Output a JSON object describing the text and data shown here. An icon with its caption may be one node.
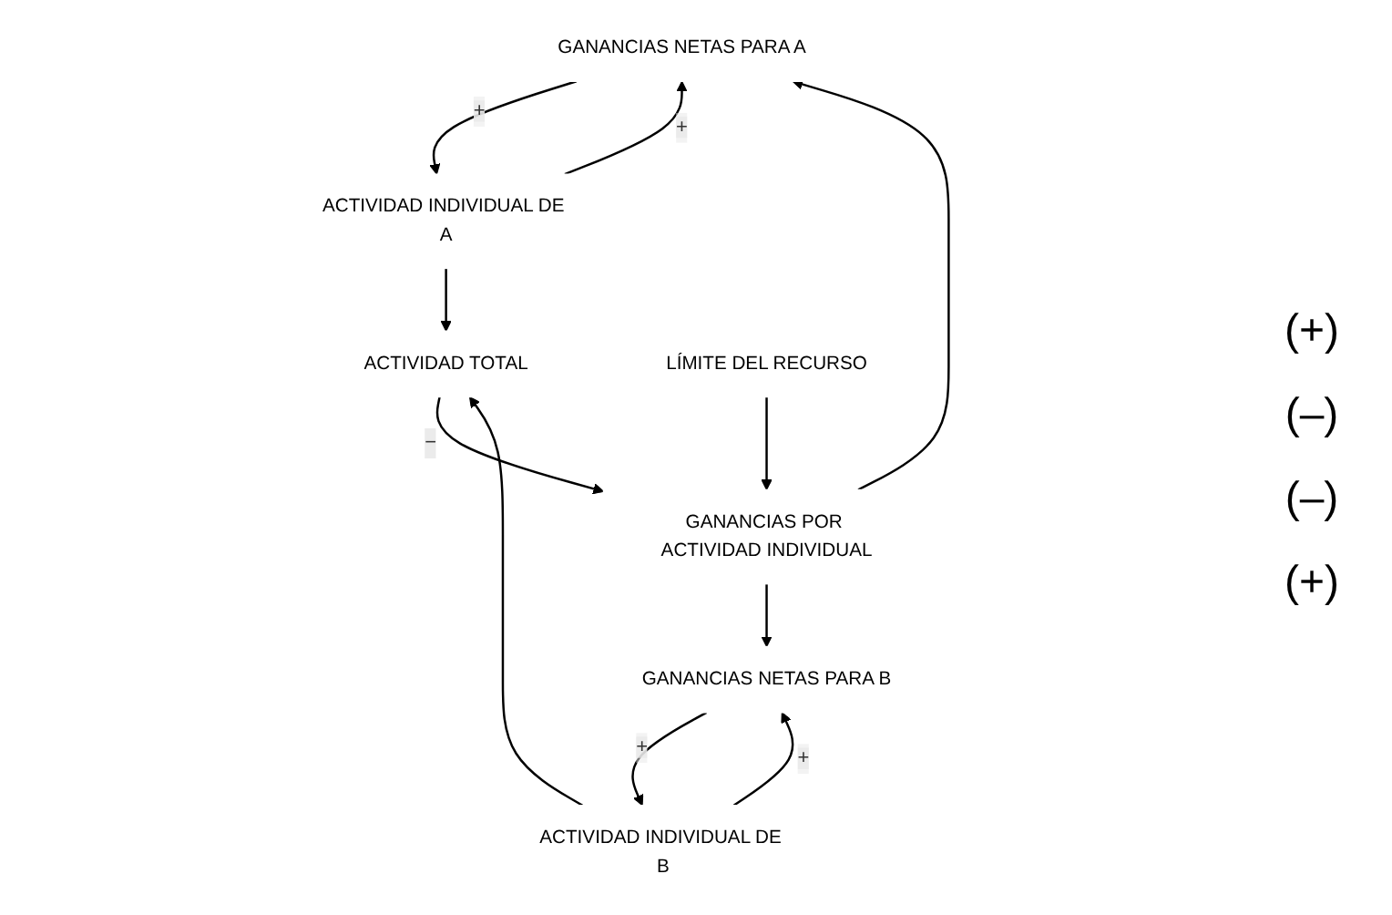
{
  "diagram": {
    "nodes": [
      {
        "text": [
          "GANANCIAS NETAS PARA A"
        ]
      },
      {
        "text": [
          "ACTIVIDAD INDIVIDUAL DE A"
        ]
      },
      {
        "text": [
          "ACTIVIDAD TOTAL"
        ]
      },
      {
        "text": [
          "LÍMITE DEL RECURSO"
        ]
      },
      {
        "text": [
          "GANANCIAS POR ACTIVIDAD INDIVIDUAL"
        ]
      },
      {
        "text": [
          "ACTIVIDAD INDIVIDUAL DE B"
        ]
      },
      {
        "text": [
          "GANANCIAS NETAS PARA B"
        ]
      }
    ],
    "edges": [
      {
        "from": 0,
        "to": 1,
        "arrow": "to",
        "label": "+"
      },
      {
        "from": 1,
        "to": 0,
        "arrow": "to",
        "label": "+"
      },
      {
        "from": 1,
        "to": 2,
        "arrow": "to"
      },
      {
        "from": 5,
        "to": 2,
        "arrow": "to"
      },
      {
        "from": 2,
        "to": 4,
        "arrow": "to",
        "label": "−"
      },
      {
        "from": 3,
        "to": 4,
        "arrow": "to"
      },
      {
        "from": 4,
        "to": 0,
        "arrow": "to"
      },
      {
        "from": 4,
        "to": 6,
        "arrow": "to"
      },
      {
        "from": 5,
        "to": 6,
        "arrow": "to",
        "label": "+"
      },
      {
        "from": 6,
        "to": 5,
        "arrow": "to",
        "label": "+"
      }
    ],
    "labels": [
      "(+)",
      "(–)",
      "(–)",
      "(+)"
    ]
  }
}
